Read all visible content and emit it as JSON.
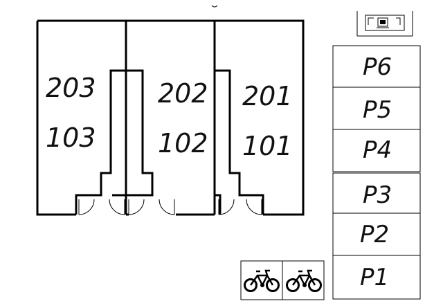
{
  "plan": {
    "units": [
      {
        "upper": "203",
        "lower": "103"
      },
      {
        "upper": "202",
        "lower": "102"
      },
      {
        "upper": "201",
        "lower": "101"
      }
    ],
    "parking_lots": [
      "P6",
      "P5",
      "P4",
      "P3",
      "P2",
      "P1"
    ],
    "icons": {
      "trash": "trash-station-icon",
      "bicycle": "bicycle-icon"
    }
  }
}
